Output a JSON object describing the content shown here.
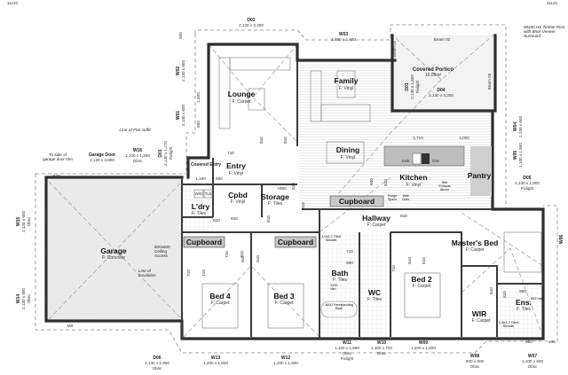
{
  "sheet_refs": [
    "11120",
    "11120"
  ],
  "rooms": {
    "lounge": {
      "name": "Lounge",
      "floor": "F: Carpet"
    },
    "family": {
      "name": "Family",
      "floor": "F: Vinyl"
    },
    "portico": {
      "name": "Covered Portico",
      "area": "16.09m²"
    },
    "dining": {
      "name": "Dining",
      "floor": "F: Vinyl"
    },
    "entry": {
      "name": "Entry",
      "floor": "F: Vinyl"
    },
    "covered_entry": {
      "name": "Covered Entry"
    },
    "kitchen": {
      "name": "Kitchen",
      "floor": "F: Vinyl"
    },
    "pantry": {
      "name": "Pantry"
    },
    "garage": {
      "name": "Garage",
      "floor": "F: Concrete"
    },
    "laundry": {
      "name": "L'dry",
      "floor": "F: Tiles"
    },
    "cpbd": {
      "name": "Cpbd",
      "floor": "F: Vinyl"
    },
    "storage": {
      "name": "Storage",
      "floor": "F: Tiles"
    },
    "cupboard1": {
      "name": "Cupboard"
    },
    "cupboard2": {
      "name": "Cupboard"
    },
    "cupboard3": {
      "name": "Cupboard"
    },
    "hallway": {
      "name": "Hallway",
      "floor": "F: Carpet"
    },
    "bed4": {
      "name": "Bed 4",
      "floor": "F: Carpet"
    },
    "bed3": {
      "name": "Bed 3",
      "floor": "F: Carpet"
    },
    "bath": {
      "name": "Bath",
      "floor": "F: Tiles"
    },
    "wc": {
      "name": "WC",
      "floor": "F: Tiles"
    },
    "bed2": {
      "name": "Bed 2",
      "floor": "F: Carpet"
    },
    "master": {
      "name": "Master's Bed",
      "floor": "F: Carpet"
    },
    "wir": {
      "name": "WIR",
      "floor": "F: Carpet"
    },
    "ens": {
      "name": "Ens.",
      "floor": "F: Tiles"
    }
  },
  "openings": {
    "D02": {
      "id": "D02",
      "size": "2,130 x 2,400"
    },
    "W03": {
      "id": "W03",
      "size": "1,800 x 2,400"
    },
    "W02": {
      "id": "W02",
      "size": "2,130 x 800"
    },
    "W01": {
      "id": "W01",
      "size": "2,130 x 600"
    },
    "D03": {
      "id": "D03",
      "size": "2,130 x 1,800",
      "note": "Fixlight"
    },
    "D04": {
      "id": "D04",
      "size": "2,130 x 3,200"
    },
    "W04": {
      "id": "W04",
      "size": "2,130 x 600"
    },
    "W05": {
      "id": "W05",
      "size": "1,100 x 1,800"
    },
    "D05": {
      "id": "D05",
      "size": "2,130 x 1,800",
      "note": "Fixlight"
    },
    "W06": {
      "id": "W06"
    },
    "D01": {
      "id": "D01",
      "size": "2,130 x 1,270",
      "note": "Fixlight"
    },
    "W16": {
      "id": "W16",
      "size": "1,100 x 1,200",
      "note": "Obsc"
    },
    "garage_door": {
      "id": "Garage Door",
      "size": "2,130 x 4,800"
    },
    "W15": {
      "id": "W15",
      "size": "2,130 x 800",
      "note": "Obsc"
    },
    "W14": {
      "id": "W14",
      "size": "2,130 x 800",
      "note": "Obsc"
    },
    "D06": {
      "id": "D06",
      "size": "2,130 x 1,900",
      "note": "Obsc"
    },
    "W13": {
      "id": "W13",
      "size": "1,200 x 1,800"
    },
    "W12": {
      "id": "W12",
      "size": "1,200 x 1,800"
    },
    "W11": {
      "id": "W11",
      "size": "1,100 x 1,500",
      "note": "Obsc",
      "note2": "Fixlight"
    },
    "W10": {
      "id": "W10",
      "size": "1,100 x 700",
      "note": "Obsc"
    },
    "W09": {
      "id": "W09",
      "size": "1,200 x 1,800"
    },
    "W08": {
      "id": "W08",
      "size": "600 x 600",
      "note": "Obsc"
    },
    "W07": {
      "id": "W07",
      "size": "1,100 x 600",
      "note": "Obsc"
    }
  },
  "notes": {
    "flat_soffit": "Line of Flat soffit",
    "garage_trim": "To side of garage door trim",
    "timber_post": "90x90 HS Timber Post with Brick Veneer Surround",
    "ceiling_access": "600x600 Ceiling Access",
    "insulation": "Line of Insulation",
    "beam1": "Beam 01",
    "beam2": "Beam 02",
    "beam3": "Beam 03"
  },
  "fixtures": {
    "wd": "W/D",
    "tub": "Tub",
    "hwc": "HWC",
    "sink": "Sink",
    "dw": "DW",
    "fridge": "Fridge Space",
    "wall_oven": "Wall Oven",
    "hob": "Hob Exhaust Above",
    "shower1": "1.0x1.2 Tiled Shower",
    "van1": "1200 Van",
    "bath": "1600 Freestanding Bath",
    "shower2": "0.9x1.2 Tiled Shower",
    "van2": "600 Van",
    "meter": "M8"
  },
  "dimensions": [
    "640",
    "1,180",
    "500",
    "1,710",
    "1,000",
    "600",
    "245",
    "800",
    "1,600",
    "600"
  ],
  "doors": [
    "810",
    "810",
    "710",
    "810",
    "810",
    "810",
    "710",
    "710",
    "910",
    "910",
    "710",
    "710",
    "810",
    "810",
    "840",
    "810",
    "810",
    "710",
    "710",
    "810",
    "810",
    "810",
    "900",
    "900",
    "810"
  ]
}
